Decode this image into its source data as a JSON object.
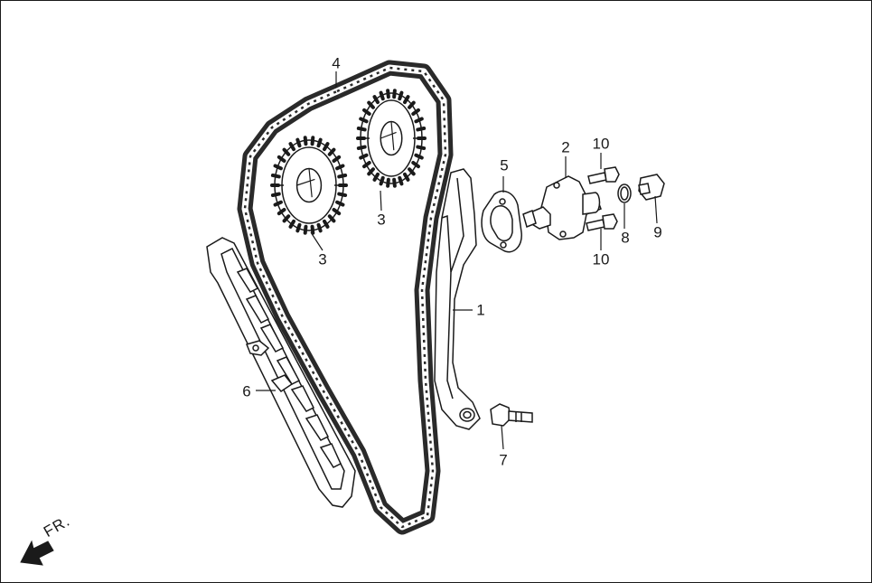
{
  "callouts": {
    "p1": "1",
    "p2": "2",
    "p3a": "3",
    "p3b": "3",
    "p4": "4",
    "p5": "5",
    "p6": "6",
    "p7": "7",
    "p8": "8",
    "p9": "9",
    "p10a": "10",
    "p10b": "10"
  },
  "front_indicator": {
    "label": "FR.",
    "icon": "front-direction-arrow-icon"
  },
  "colors": {
    "line": "#1a1a1a",
    "fill": "#ffffff",
    "chain": "#2a2a2a"
  }
}
